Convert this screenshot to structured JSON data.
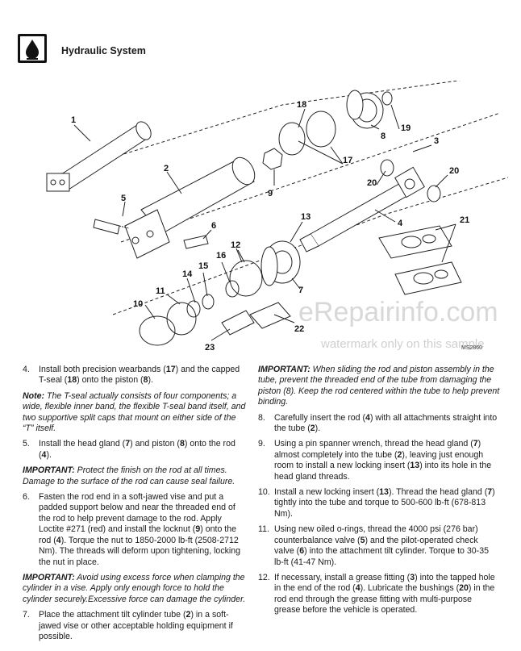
{
  "header": {
    "title": "Hydraulic System",
    "icon": "hydraulic-oil-icon"
  },
  "figure": {
    "id": "MS2860",
    "callouts": [
      "1",
      "2",
      "3",
      "4",
      "5",
      "6",
      "7",
      "8",
      "9",
      "10",
      "11",
      "12",
      "13",
      "14",
      "15",
      "16",
      "17",
      "18",
      "19",
      "20",
      "20",
      "21",
      "22",
      "23"
    ]
  },
  "watermark": {
    "line1": "eRepairinfo.com",
    "line2": "watermark only on this sample"
  },
  "left_column": [
    {
      "kind": "step",
      "num": "4.",
      "parts": [
        {
          "t": "Install both precision wearbands ("
        },
        {
          "t": "17",
          "b": true
        },
        {
          "t": ") and the capped T-seal ("
        },
        {
          "t": "18",
          "b": true
        },
        {
          "t": ") onto the piston ("
        },
        {
          "t": "8",
          "b": true
        },
        {
          "t": ")."
        }
      ]
    },
    {
      "kind": "note",
      "label": "Note:",
      "text": " The T-seal actually consists of four components; a wide, flexible inner band, the flexible T-seal band itself, and two supportive split caps that mount on either side of the “T” itself."
    },
    {
      "kind": "step",
      "num": "5.",
      "parts": [
        {
          "t": "Install the head gland ("
        },
        {
          "t": "7",
          "b": true
        },
        {
          "t": ") and piston ("
        },
        {
          "t": "8",
          "b": true
        },
        {
          "t": ") onto the rod ("
        },
        {
          "t": "4",
          "b": true
        },
        {
          "t": ")."
        }
      ]
    },
    {
      "kind": "note",
      "label": "IMPORTANT:",
      "text": " Protect the finish on the rod at all times. Damage to the surface of the rod can cause seal failure."
    },
    {
      "kind": "step",
      "num": "6.",
      "parts": [
        {
          "t": "Fasten the rod end in a soft-jawed vise and put a padded support below and near the threaded end of the rod to help prevent damage to the rod. Apply Loctite #271 (red) and install the locknut ("
        },
        {
          "t": "9",
          "b": true
        },
        {
          "t": ") onto the rod ("
        },
        {
          "t": "4",
          "b": true
        },
        {
          "t": "). Torque the nut to 1850-2000 lb-ft (2508-2712 Nm). The threads will deform upon tightening, locking the nut in place."
        }
      ]
    },
    {
      "kind": "note",
      "label": "IMPORTANT:",
      "text": " Avoid using excess force when clamping the cylinder in a vise. Apply only enough force to hold the cylinder securely.Excessive force can damage the cylinder."
    },
    {
      "kind": "step",
      "num": "7.",
      "parts": [
        {
          "t": "Place the attachment tilt cylinder tube ("
        },
        {
          "t": "2",
          "b": true
        },
        {
          "t": ") in a soft-jawed vise or other acceptable holding equipment if possible."
        }
      ]
    }
  ],
  "right_column": [
    {
      "kind": "note",
      "label": "IMPORTANT:",
      "text": " When sliding the rod and piston assembly in the tube, prevent the threaded end of the tube from damaging the piston (8). Keep the rod centered within the tube to help prevent binding."
    },
    {
      "kind": "step",
      "num": "8.",
      "parts": [
        {
          "t": "Carefully insert the rod ("
        },
        {
          "t": "4",
          "b": true
        },
        {
          "t": ") with all attachments straight into the tube ("
        },
        {
          "t": "2",
          "b": true
        },
        {
          "t": ")."
        }
      ]
    },
    {
      "kind": "step",
      "num": "9.",
      "parts": [
        {
          "t": "Using a pin spanner wrench, thread the head gland ("
        },
        {
          "t": "7",
          "b": true
        },
        {
          "t": ") almost completely into the tube ("
        },
        {
          "t": "2",
          "b": true
        },
        {
          "t": "), leaving just enough room to install a new locking insert ("
        },
        {
          "t": "13",
          "b": true
        },
        {
          "t": ") into its hole in the head gland threads."
        }
      ]
    },
    {
      "kind": "step",
      "num": "10.",
      "parts": [
        {
          "t": "Install a new locking insert ("
        },
        {
          "t": "13",
          "b": true
        },
        {
          "t": "). Thread the head gland ("
        },
        {
          "t": "7",
          "b": true
        },
        {
          "t": ") tightly into the tube and torque to 500-600 lb-ft (678-813 Nm)."
        }
      ]
    },
    {
      "kind": "step",
      "num": "11.",
      "parts": [
        {
          "t": "Using new oiled o-rings, thread the 4000 psi (276 bar) counterbalance valve ("
        },
        {
          "t": "5",
          "b": true
        },
        {
          "t": ") and the pilot-operated check valve ("
        },
        {
          "t": "6",
          "b": true
        },
        {
          "t": ") into the attachment tilt cylinder. Torque to 30-35 lb-ft (41-47 Nm)."
        }
      ]
    },
    {
      "kind": "step",
      "num": "12.",
      "parts": [
        {
          "t": "If necessary, install a grease fitting ("
        },
        {
          "t": "3",
          "b": true
        },
        {
          "t": ") into the tapped hole in the end of the rod ("
        },
        {
          "t": "4",
          "b": true
        },
        {
          "t": "). Lubricate the bushings ("
        },
        {
          "t": "20",
          "b": true
        },
        {
          "t": ") in the rod end through the grease fitting with multi-purpose grease before the vehicle is operated."
        }
      ]
    }
  ]
}
